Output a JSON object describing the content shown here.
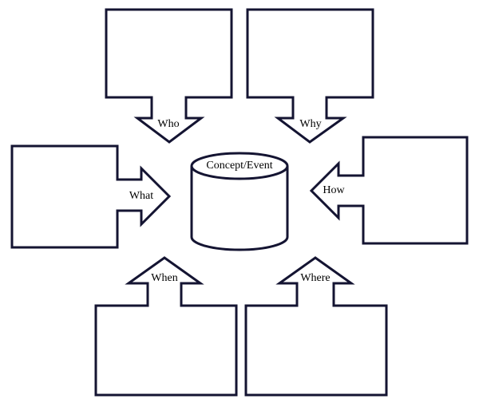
{
  "diagram": {
    "center_label": "Concept/Event",
    "labels": {
      "who": "Who",
      "why": "Why",
      "what": "What",
      "how": "How",
      "when": "When",
      "where": "Where"
    },
    "colors": {
      "stroke": "#141432",
      "fill": "#ffffff",
      "text": "#000000"
    }
  }
}
